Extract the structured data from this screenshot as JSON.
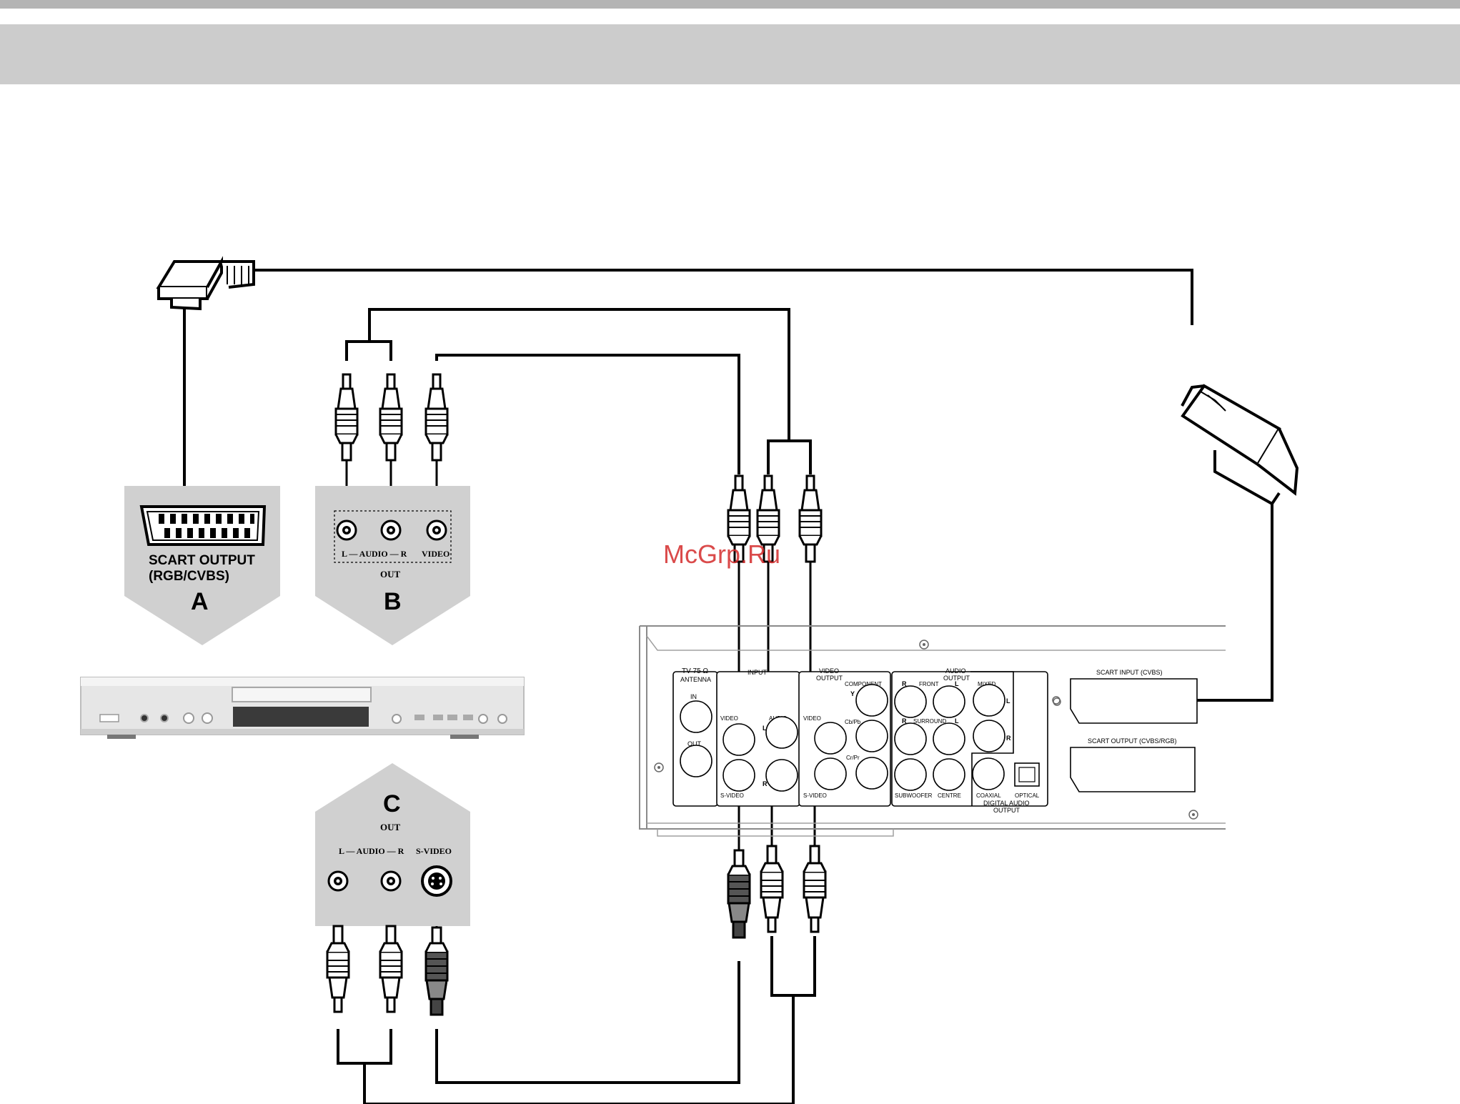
{
  "labels": {
    "scart_output_line1": "SCART OUTPUT",
    "scart_output_line2": "(RGB/CVBS)",
    "panel_a": "A",
    "panel_b": "B",
    "panel_c": "C",
    "out": "OUT",
    "audio_lr": "L — AUDIO — R",
    "video": "VIDEO",
    "s_video_caps": "S-VIDEO",
    "watermark": "McGrp.Ru"
  },
  "receiver_panel": {
    "antenna_title": "TV 75 Ω",
    "antenna_sub": "ANTENNA",
    "antenna_in": "IN",
    "antenna_out": "OUT",
    "input_title": "INPUT",
    "video": "VIDEO",
    "audio": "AUDIO",
    "l": "L",
    "r": "R",
    "s_video": "S-VIDEO",
    "video_output_line1": "VIDEO",
    "video_output_line2": "OUTPUT",
    "component": "COMPONENT",
    "y": "Y",
    "cb_pb": "Cb/Pb",
    "cr_pr": "Cr/Pr",
    "audio_output_line1": "AUDIO",
    "audio_output_line2": "OUTPUT",
    "front": "FRONT",
    "mixed": "MIXED",
    "surround": "SURROUND",
    "subwoofer": "SUBWOOFER",
    "centre": "CENTRE",
    "coaxial": "COAXIAL",
    "optical": "OPTICAL",
    "digital_line1": "DIGITAL AUDIO",
    "digital_line2": "OUTPUT",
    "scart_input": "SCART INPUT (CVBS)",
    "scart_output": "SCART OUTPUT (CVBS/RGB)"
  },
  "colors": {
    "header_band": "#cccccc",
    "top_rule": "#b4b4b4",
    "panel_gray": "#d0d0d0",
    "watermark": "#d42a2a"
  }
}
